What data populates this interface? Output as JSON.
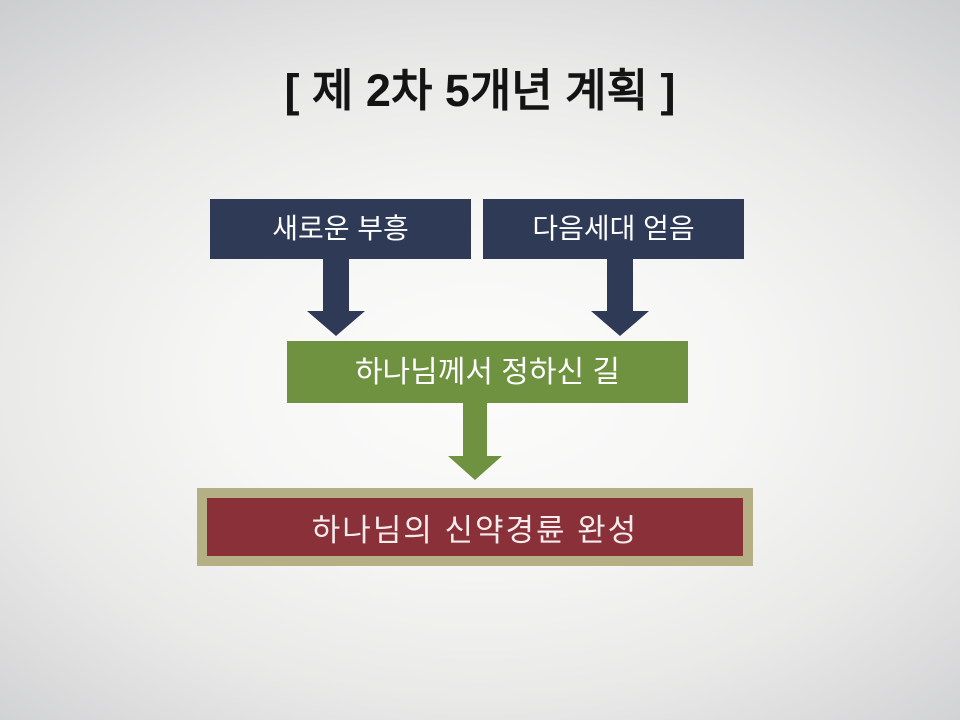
{
  "slide": {
    "title": "[ 제 2차 5개년 계획 ]"
  },
  "diagram": {
    "top_boxes": [
      {
        "label": "새로운 부흥"
      },
      {
        "label": "다음세대 얻음"
      }
    ],
    "middle_box": {
      "label": "하나님께서 정하신 길"
    },
    "bottom_box": {
      "label": "하나님의 신약경륜 완성"
    },
    "arrows": [
      {
        "name": "arrow-from-new-revival",
        "direction": "down"
      },
      {
        "name": "arrow-from-next-generation",
        "direction": "down"
      },
      {
        "name": "arrow-from-gods-way",
        "direction": "down"
      }
    ]
  },
  "colors": {
    "navy": "#2f3b56",
    "green": "#6e9240",
    "maroon": "#8a3038",
    "tan_border": "#b4af84",
    "title_text": "#141414",
    "box_text": "#ffffff",
    "bottom_box_text": "#f5eded",
    "background_center": "#fcfcfb",
    "background_edge": "#cdced0"
  }
}
